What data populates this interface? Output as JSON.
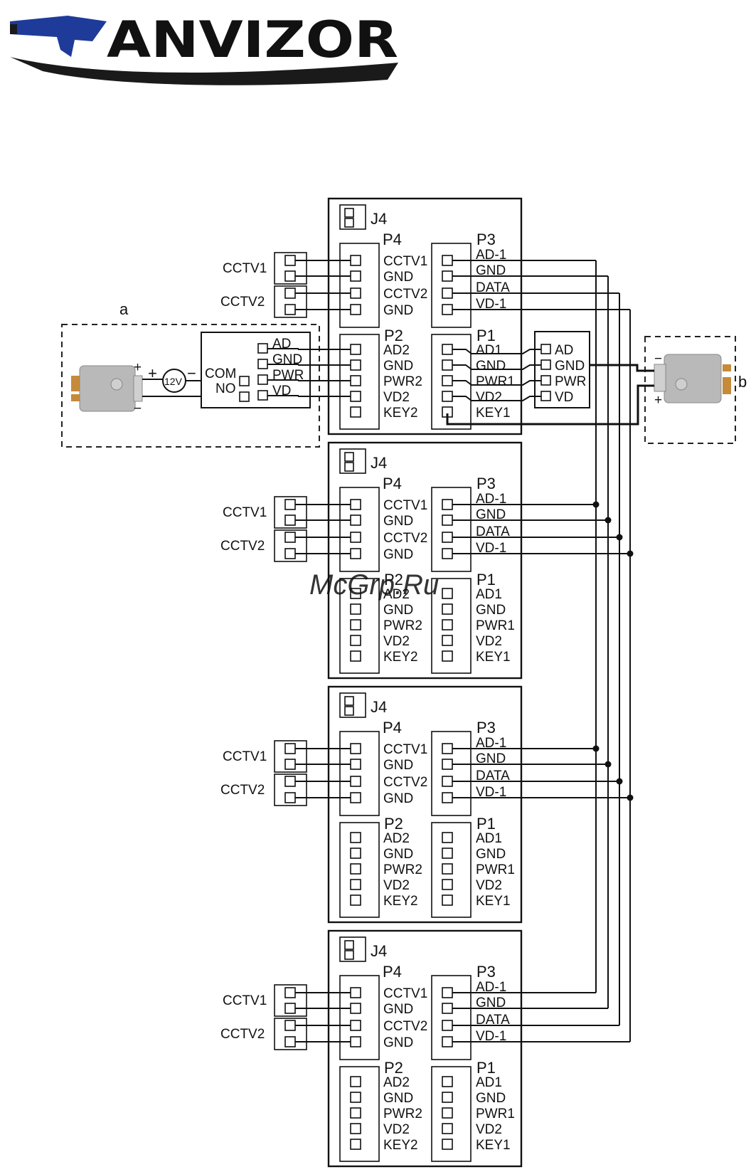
{
  "logo": {
    "text": "ANVIZOR",
    "color": "#1e3b9a",
    "swoosh_color": "#1a1a1a"
  },
  "watermark": {
    "text": "McGrp.Ru",
    "color": "#d42020"
  },
  "labels": {
    "a": "a",
    "b": "b",
    "cctv1": "CCTV1",
    "cctv2": "CCTV2",
    "power_12v": "12V",
    "plus": "+",
    "minus": "−",
    "com": "COM",
    "no": "NO",
    "lock_ad": "AD",
    "lock_gnd": "GND",
    "lock_pwr": "PWR",
    "lock_vd": "VD",
    "panel_ad": "AD",
    "panel_gnd": "GND",
    "panel_pwr": "PWR",
    "panel_vd": "VD"
  },
  "monitor": {
    "j4": "J4",
    "p4": {
      "name": "P4",
      "pins": [
        "CCTV1",
        "GND",
        "CCTV2",
        "GND"
      ]
    },
    "p3": {
      "name": "P3",
      "pins": [
        "AD-1",
        "GND",
        "DATA",
        "VD-1"
      ]
    },
    "p2": {
      "name": "P2",
      "pins": [
        "AD2",
        "GND",
        "PWR2",
        "VD2",
        "KEY2"
      ]
    },
    "p1": {
      "name": "P1",
      "pins": [
        "AD1",
        "GND",
        "PWR1",
        "VD2",
        "KEY1"
      ]
    }
  },
  "monitor_count": 4
}
